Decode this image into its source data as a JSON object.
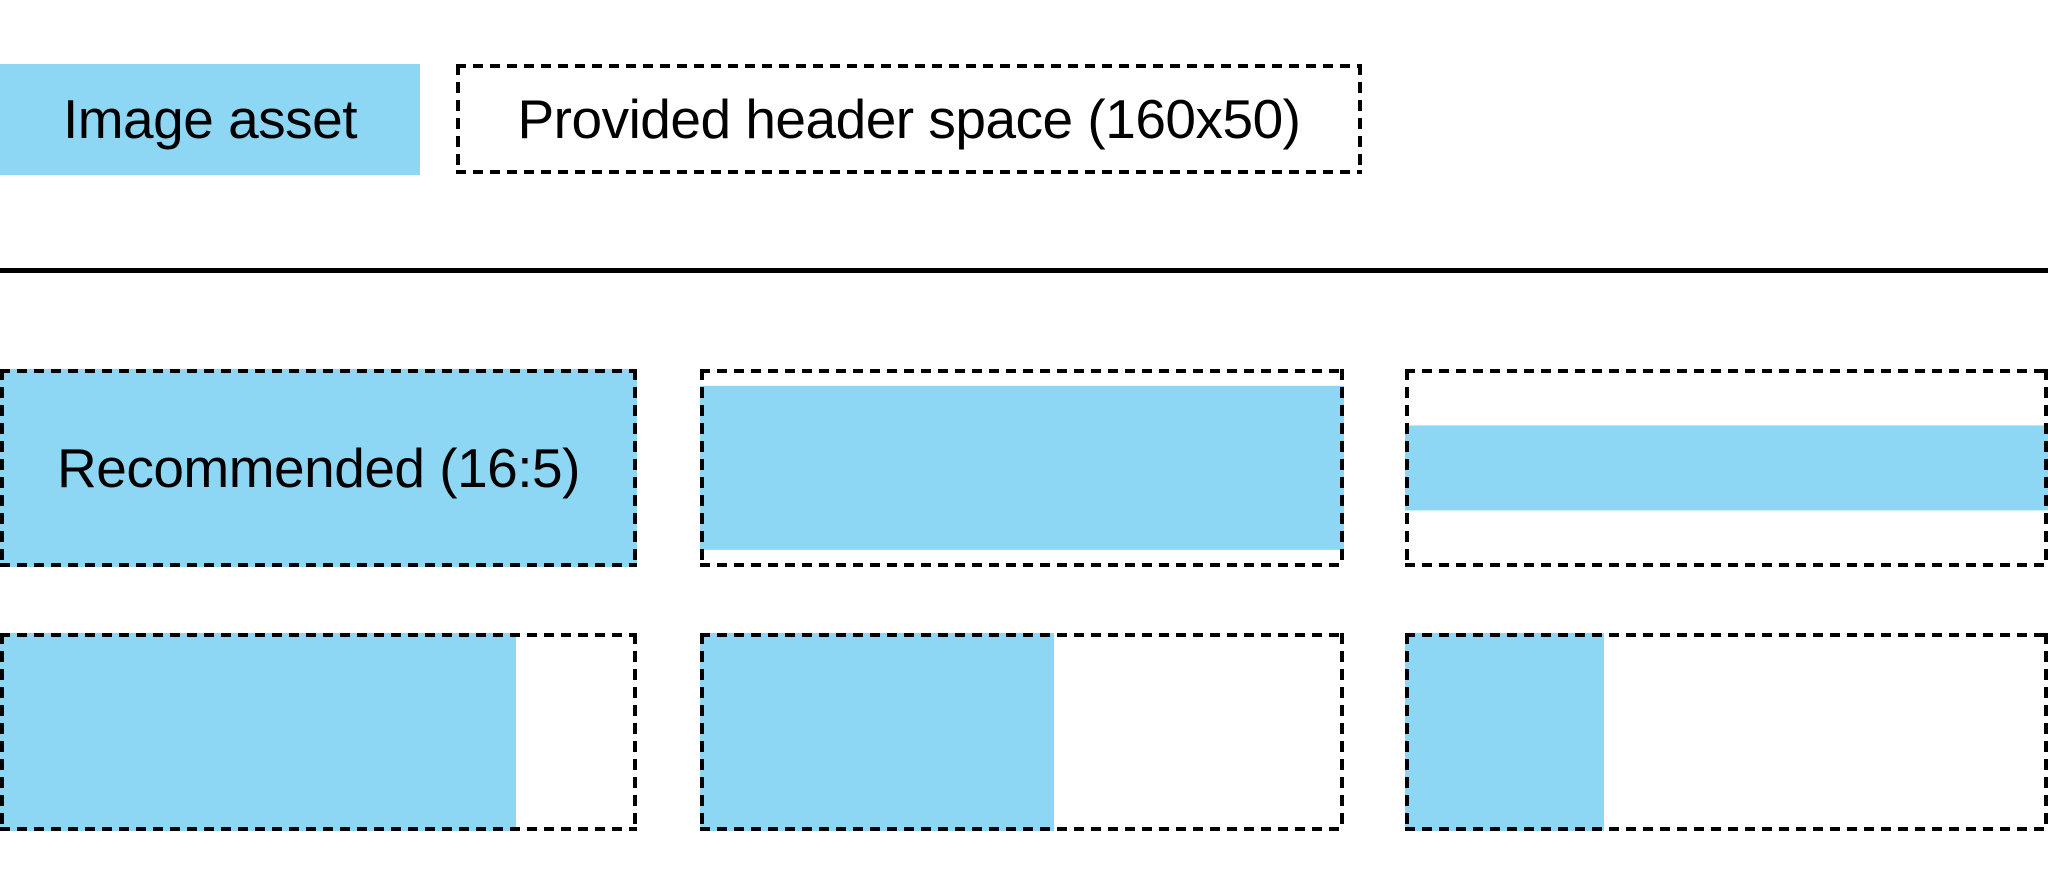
{
  "colors": {
    "asset_blue": "#8DD7F5",
    "line_black": "#000000"
  },
  "legend": {
    "image_asset_label": "Image asset",
    "header_space_label": "Provided header space (160x50)"
  },
  "examples": {
    "cells": [
      {
        "label": "Recommended (16:5)",
        "w": 100,
        "h": 100
      },
      {
        "w": 100,
        "h": 83
      },
      {
        "w": 100,
        "h": 43
      },
      {
        "w": 81,
        "h": 100
      },
      {
        "w": 55,
        "h": 100
      },
      {
        "w": 31,
        "h": 100
      }
    ]
  }
}
